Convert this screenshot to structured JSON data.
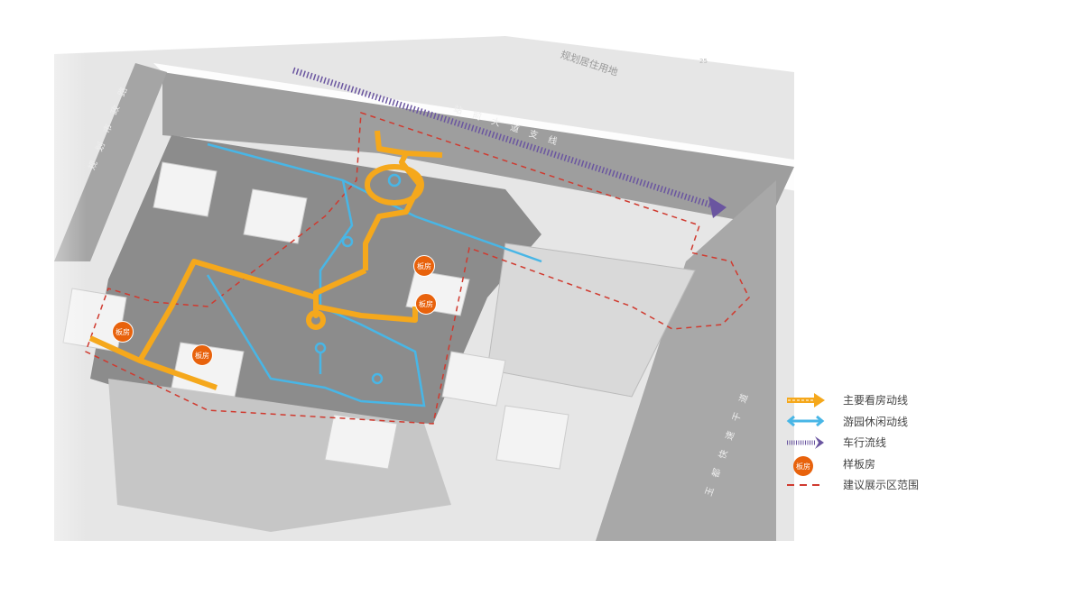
{
  "map": {
    "planned_residential": "规划居住用地",
    "road_north": "站前大道支线",
    "road_west": "规划市政路",
    "road_east": "玉都快速干道",
    "scale_number": "25",
    "showroom_badge": "板房"
  },
  "legend": {
    "items": [
      {
        "label": "主要看房动线",
        "color": "#f5a81c"
      },
      {
        "label": "游园休闲动线",
        "color": "#48b6e6"
      },
      {
        "label": "车行流线",
        "color": "#6a55a0"
      },
      {
        "label": "样板房",
        "color": "#e8620c",
        "badge": "板房"
      },
      {
        "label": "建议展示区范围",
        "color": "#d03a2f"
      }
    ]
  }
}
